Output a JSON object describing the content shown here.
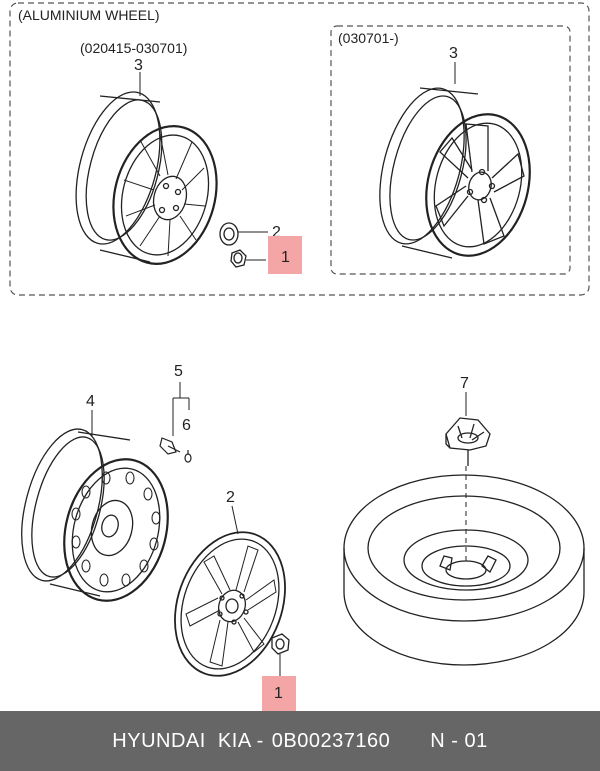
{
  "header": {
    "section_title": "(ALUMINIUM WHEEL)",
    "range_a": "(020415-030701)",
    "range_b": "(030701-)"
  },
  "callouts": {
    "alu_a_wheel": "3",
    "alu_a_cap": "2",
    "alu_a_nut": "1",
    "alu_b_wheel": "3",
    "steel_wheel": "4",
    "valve_group": "5",
    "valve_core": "6",
    "hub_cover": "2",
    "lug_nut": "1",
    "spare_clamp": "7"
  },
  "colors": {
    "highlight": "#f4a6a6",
    "footer_bg": "#666666"
  },
  "footer": {
    "brand": "HYUNDAI  KIA -",
    "part_number": "0B00237160",
    "page_ref": "N - 01"
  }
}
